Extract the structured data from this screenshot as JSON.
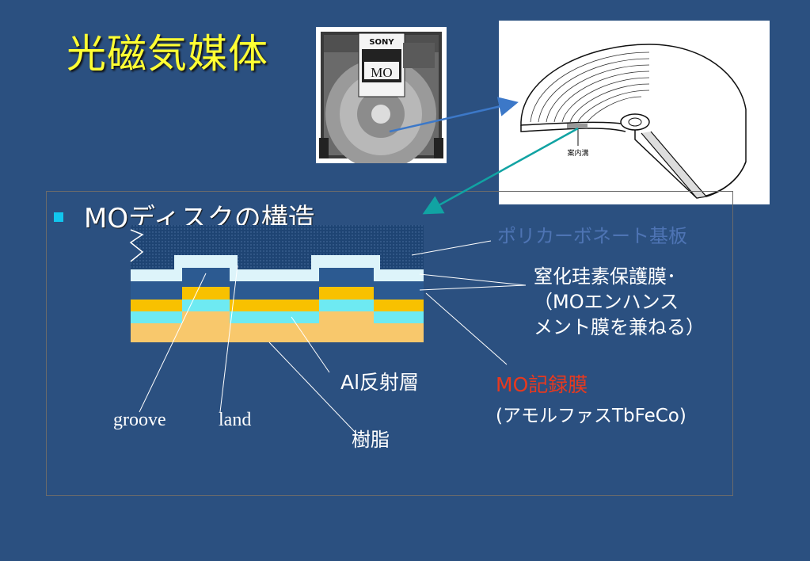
{
  "title": "光磁気媒体",
  "bullet": "MOディスクの構造",
  "photo": {
    "brand": "SONY",
    "label": "MO"
  },
  "drawing": {
    "caption": "案内溝"
  },
  "labels": {
    "polycarbonate": "ポリカーボネート基板",
    "nitride_line1": "窒化珪素保護膜･",
    "nitride_line2": "（MOエンハンス",
    "nitride_line3": "メント膜を兼ねる）",
    "aluminum": "Al反射層",
    "mo_film": "MO記録膜",
    "amorphous": "(アモルファスTbFeCo)",
    "groove": "groove",
    "land": "land",
    "resin": "樹脂"
  },
  "colors": {
    "background": "#2b5080",
    "title": "#ffff33",
    "substrate": "#1e4473",
    "nitride": "#ddf4fa",
    "mo_layer": "#2c5a91",
    "reflective": "#f8c100",
    "cyan_layer": "#6eeaf2",
    "resin": "#f8c86c",
    "mo_label": "#e8391e"
  }
}
